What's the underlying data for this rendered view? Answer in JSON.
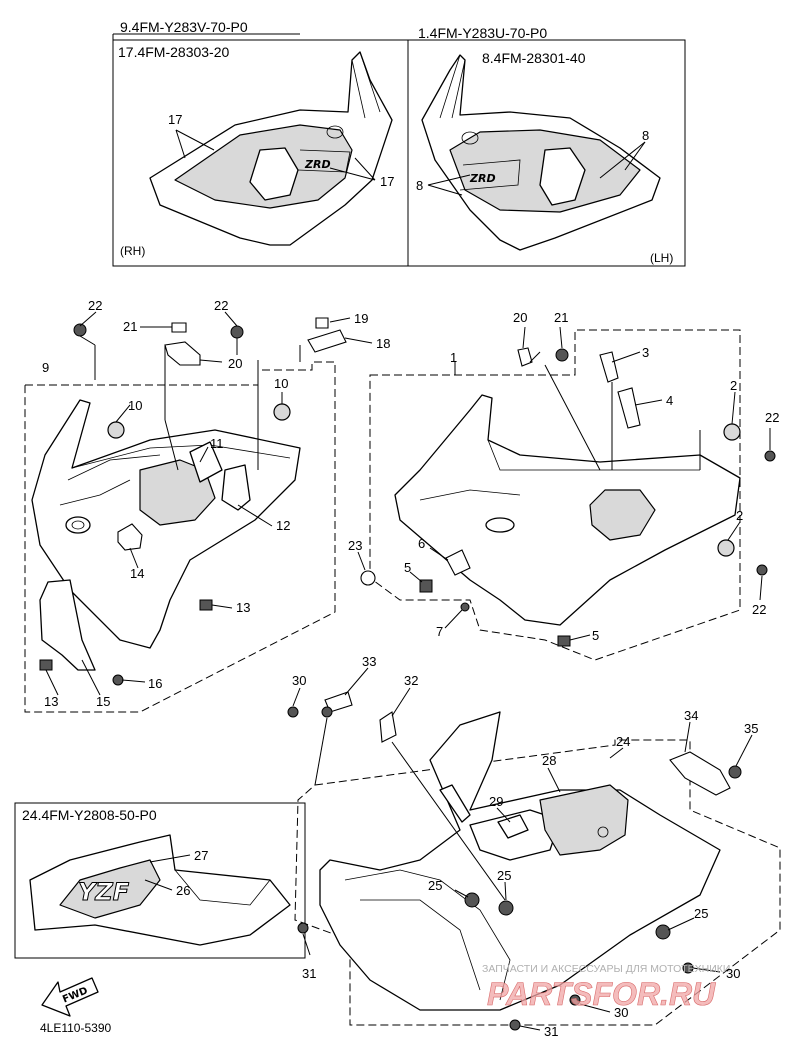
{
  "kits": {
    "rh_top": "9.4FM-Y283V-70-P0",
    "rh_sub": "17.4FM-28303-20",
    "lh_top": "1.4FM-Y283U-70-P0",
    "lh_sub": "8.4FM-28301-40",
    "under": "24.4FM-Y2808-50-P0"
  },
  "side_labels": {
    "rh": "(RH)",
    "lh": "(LH)"
  },
  "arrow_label": "FWD",
  "diagram_code": "4LE110-5390",
  "watermark": {
    "caption": "ЗАПЧАСТИ И АКСЕССУАРЫ ДЛЯ МОТОТЕХНИКИ",
    "logo": "PARTSFOR.RU"
  },
  "part_numbers": {
    "p1": "1",
    "p2a": "2",
    "p2b": "2",
    "p3": "3",
    "p4": "4",
    "p5a": "5",
    "p5b": "5",
    "p6": "6",
    "p7": "7",
    "p8a": "8",
    "p8b": "8",
    "p9": "9",
    "p10a": "10",
    "p10b": "10",
    "p11": "11",
    "p12": "12",
    "p13a": "13",
    "p13b": "13",
    "p14": "14",
    "p15": "15",
    "p16": "16",
    "p17a": "17",
    "p17b": "17",
    "p18": "18",
    "p19": "19",
    "p20a": "20",
    "p20b": "20",
    "p21a": "21",
    "p21b": "21",
    "p22a": "22",
    "p22b": "22",
    "p22c": "22",
    "p22d": "22",
    "p23": "23",
    "p24": "24",
    "p25a": "25",
    "p25b": "25",
    "p25c": "25",
    "p26": "26",
    "p27": "27",
    "p28": "28",
    "p29": "29",
    "p30a": "30",
    "p30b": "30",
    "p30c": "30",
    "p31a": "31",
    "p31b": "31",
    "p32": "32",
    "p33": "33",
    "p34": "34",
    "p35": "35"
  }
}
